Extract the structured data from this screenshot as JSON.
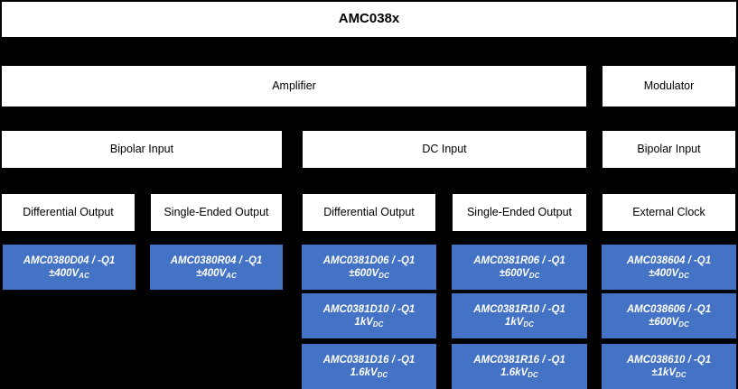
{
  "title": {
    "label": "AMC038x"
  },
  "colors": {
    "blue": "#4472c4",
    "white": "#ffffff",
    "background": "#000000",
    "text_dark": "#000000",
    "text_light": "#ffffff"
  },
  "row_function": [
    {
      "label": "Amplifier"
    },
    {
      "label": "Modulator"
    }
  ],
  "row_input": [
    {
      "label": "Bipolar Input"
    },
    {
      "label": "DC Input"
    },
    {
      "label": "Bipolar Input"
    }
  ],
  "row_output": [
    {
      "label": "Differential Output"
    },
    {
      "label": "Single-Ended Output"
    },
    {
      "label": "Differential Output"
    },
    {
      "label": "Single-Ended Output"
    },
    {
      "label": "External Clock"
    }
  ],
  "parts": {
    "col1": [
      {
        "part": "AMC0380D04 / -Q1",
        "rating_value": "±400V",
        "rating_sub": "AC"
      }
    ],
    "col2": [
      {
        "part": "AMC0380R04 / -Q1",
        "rating_value": "±400V",
        "rating_sub": "AC"
      }
    ],
    "col3": [
      {
        "part": "AMC0381D06 / -Q1",
        "rating_value": "±600V",
        "rating_sub": "DC"
      },
      {
        "part": "AMC0381D10 / -Q1",
        "rating_value": "1kV",
        "rating_sub": "DC"
      },
      {
        "part": "AMC0381D16 / -Q1",
        "rating_value": "1.6kV",
        "rating_sub": "DC"
      }
    ],
    "col4": [
      {
        "part": "AMC0381R06 / -Q1",
        "rating_value": "±600V",
        "rating_sub": "DC"
      },
      {
        "part": "AMC0381R10 / -Q1",
        "rating_value": "1kV",
        "rating_sub": "DC"
      },
      {
        "part": "AMC0381R16 / -Q1",
        "rating_value": "1.6kV",
        "rating_sub": "DC"
      }
    ],
    "col5": [
      {
        "part": "AMC038604 / -Q1",
        "rating_value": "±400V",
        "rating_sub": "DC"
      },
      {
        "part": "AMC038606 / -Q1",
        "rating_value": "±600V",
        "rating_sub": "DC"
      },
      {
        "part": "AMC038610 / -Q1",
        "rating_value": "±1kV",
        "rating_sub": "DC"
      }
    ]
  }
}
